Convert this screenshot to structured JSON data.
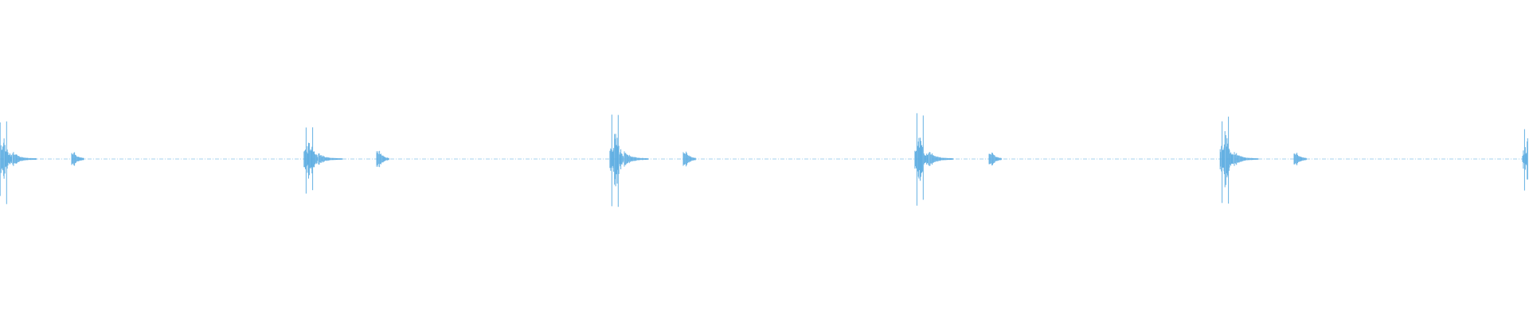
{
  "waveform": {
    "color": "#5dade2",
    "baseline_color": "#5dade2",
    "clip_count": 5,
    "beats": [
      {
        "index": 1,
        "type": "major",
        "amplitude": 0.9
      },
      {
        "index": 1,
        "type": "minor",
        "amplitude": 0.13
      },
      {
        "index": 2,
        "type": "major",
        "amplitude": 0.7
      },
      {
        "index": 2,
        "type": "minor",
        "amplitude": 0.16
      },
      {
        "index": 3,
        "type": "major",
        "amplitude": 1.0
      },
      {
        "index": 3,
        "type": "minor",
        "amplitude": 0.16
      },
      {
        "index": 4,
        "type": "major",
        "amplitude": 0.98
      },
      {
        "index": 4,
        "type": "minor",
        "amplitude": 0.14
      },
      {
        "index": 5,
        "type": "major",
        "amplitude": 0.9
      },
      {
        "index": 5,
        "type": "minor",
        "amplitude": 0.13
      },
      {
        "index": 6,
        "type": "major",
        "amplitude": 0.7
      }
    ]
  }
}
